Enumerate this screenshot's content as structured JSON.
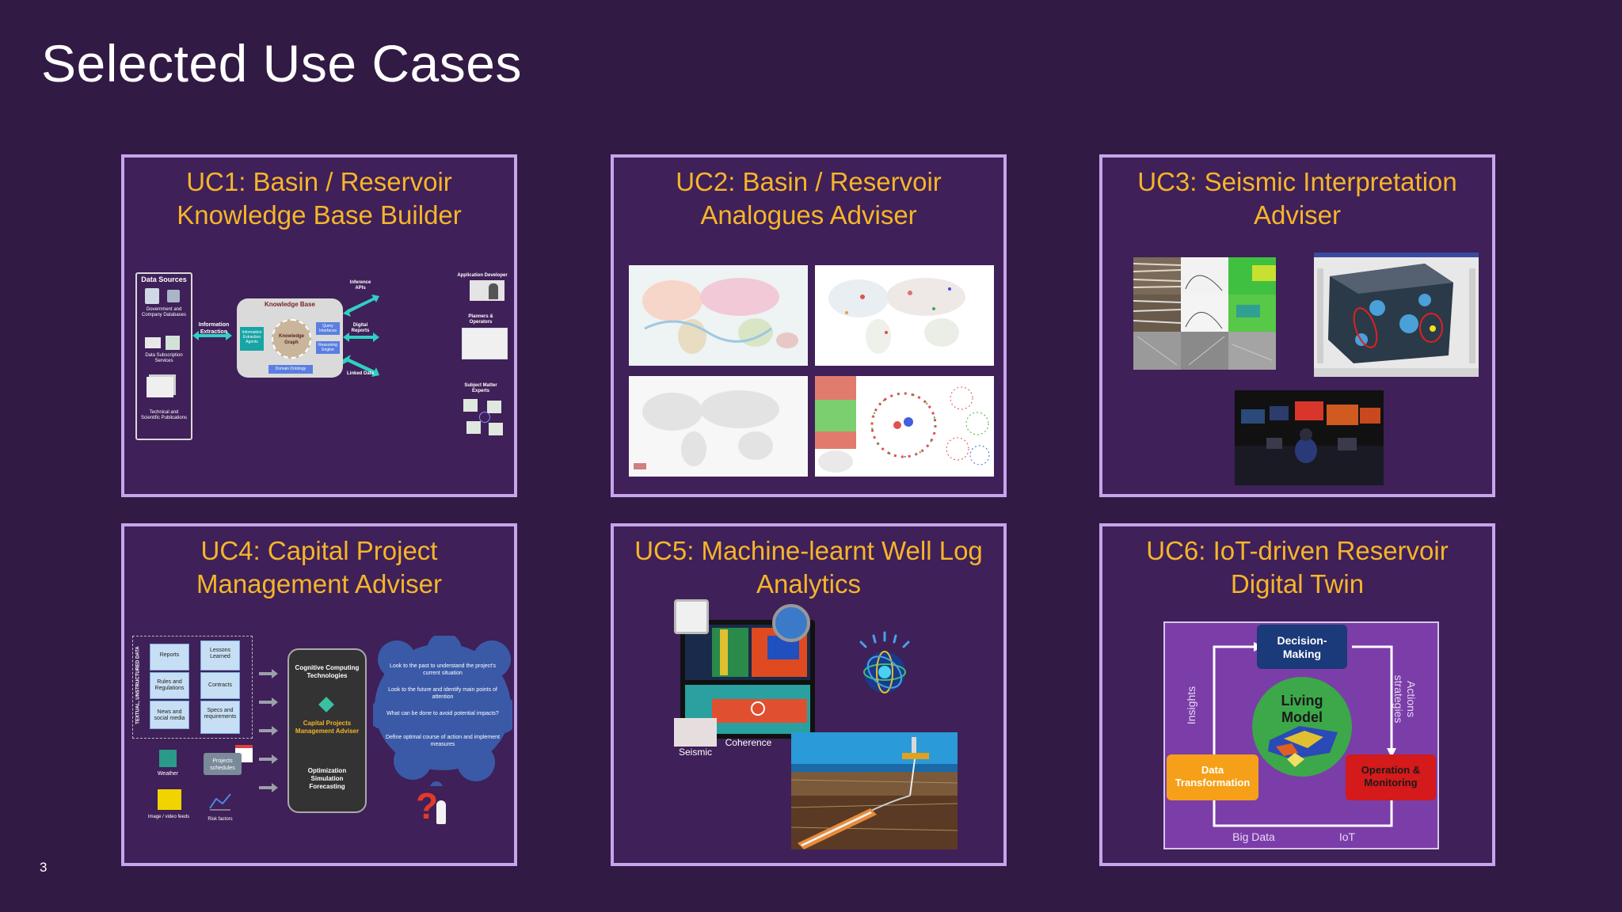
{
  "slide": {
    "title": "Selected Use Cases",
    "page_number": "3"
  },
  "colors": {
    "background": "#311a44",
    "card_bg": "#3f2058",
    "card_border": "#c7a4ec",
    "title_accent": "#f5b52a"
  },
  "cards": [
    {
      "title": "UC1: Basin / Reservoir\nKnowledge Base Builder"
    },
    {
      "title": "UC2: Basin / Reservoir\nAnalogues Adviser"
    },
    {
      "title": "UC3: Seismic Interpretation\nAdviser"
    },
    {
      "title": "UC4: Capital Project\nManagement Adviser"
    },
    {
      "title": "UC5: Machine-learnt Well Log\nAnalytics"
    },
    {
      "title": "UC6: IoT-driven Reservoir\nDigital Twin"
    }
  ],
  "uc1": {
    "data_sources": "Data Sources",
    "govt_db": "Government and Company Databases",
    "subscription": "Data Subscription Services",
    "technical": "Technical and Scientific Publications",
    "info_extraction": "Information Extraction",
    "knowledge_base": "Knowledge Base",
    "info_extraction_agents": "Information Extraction Agents",
    "knowledge_graph": "Knowledge Graph",
    "query_interfaces": "Query Interfaces",
    "reasoning_engine": "Reasoning Engine",
    "domain_ontology": "Domain Ontology",
    "inference_apis": "Inference APIs",
    "digital_reports": "Digital Reports",
    "linked_data": "Linked Data",
    "app_developer": "Application Developer",
    "planners": "Planners & Operators",
    "sme": "Subject Matter Experts"
  },
  "uc4": {
    "vertical_label": "TEXTUAL, UNSTRUCTURED DATA",
    "reports": "Reports",
    "lessons": "Lessons Learned",
    "rules": "Rules and Regulations",
    "contracts": "Contracts",
    "news": "News and social media",
    "specs": "Specs and requirements",
    "weather": "Weather",
    "schedules": "Projects schedules",
    "image_feeds": "Image / video feeds",
    "risk": "Risk factors",
    "cognitive": "Cognitive Computing Technologies",
    "adviser": "Capital Projects Management Adviser",
    "optimization": "Optimization Simulation Forecasting",
    "cloud_1": "Look to the past to understand the project's current situation",
    "cloud_2": "Look to the future and identify main points of attention",
    "cloud_3": "What can be done to avoid potential impacts?",
    "cloud_4": "Define optimal course of action and implement measures"
  },
  "uc5": {
    "seismic": "Seismic",
    "coherence": "Coherence"
  },
  "uc6": {
    "decision": "Decision-Making",
    "living_model": "Living Model",
    "data_transformation": "Data Transformation",
    "operation": "Operation & Monitoring",
    "insights": "Insights",
    "actions": "Actions strategies",
    "big_data": "Big Data",
    "iot": "IoT"
  }
}
